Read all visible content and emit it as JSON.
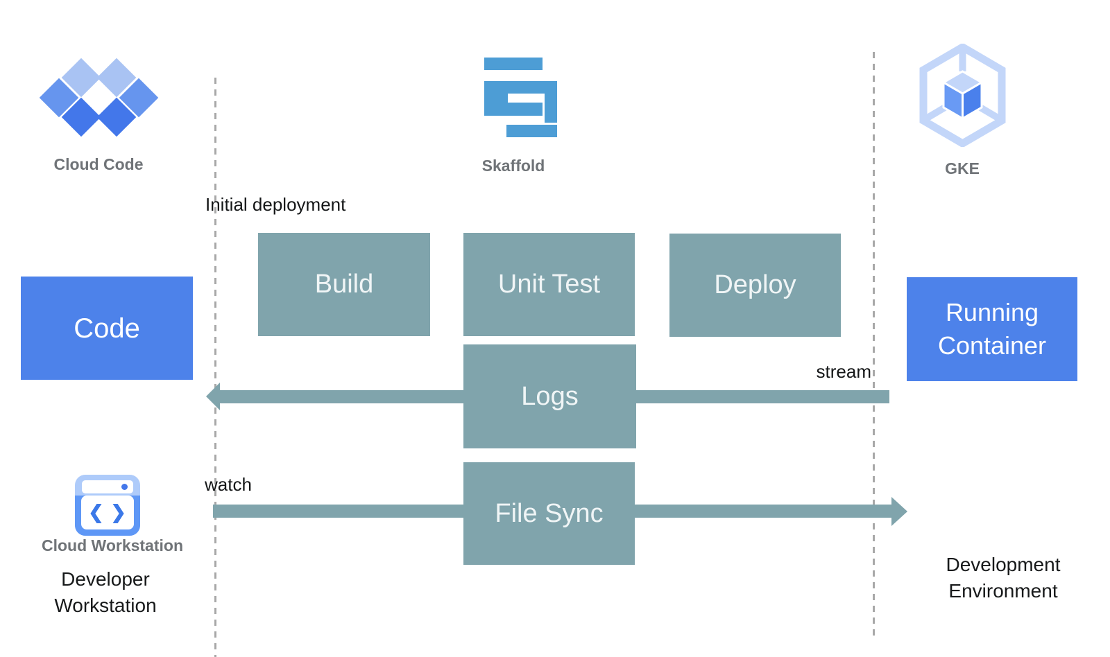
{
  "diagram": {
    "tools": [
      {
        "id": "cloud-code",
        "caption": "Cloud Code"
      },
      {
        "id": "skaffold",
        "caption": "Skaffold"
      },
      {
        "id": "gke",
        "caption": "GKE"
      }
    ],
    "nodes": {
      "code": "Code",
      "build": "Build",
      "unit_test": "Unit Test",
      "deploy": "Deploy",
      "logs": "Logs",
      "file_sync": "File Sync",
      "running_container": "Running Container"
    },
    "labels": {
      "initial_deployment": "Initial deployment",
      "stream": "stream",
      "watch": "watch",
      "cloud_workstation": "Cloud Workstation",
      "developer_workstation": "Developer Workstation",
      "development_environment": "Development Environment"
    },
    "icons": {
      "workstation_glyph": "❮ ❯"
    },
    "colors": {
      "node_blue": "#4D82EA",
      "process_teal": "#80A4AC",
      "skaffold_blue": "#4D9DD5",
      "icon_light_blue": "#A9C3F3",
      "icon_mid_blue": "#6695EE",
      "icon_dark_blue": "#4377EA",
      "caption_gray": "#6F7377",
      "dash_gray": "#A8A8A8"
    }
  }
}
